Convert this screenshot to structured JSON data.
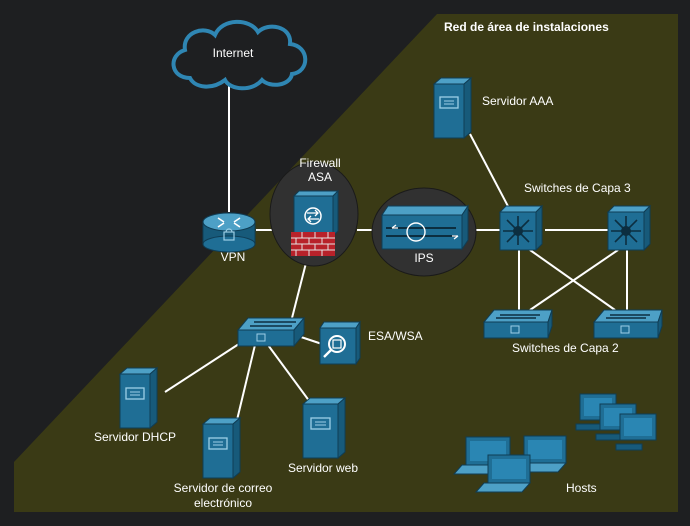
{
  "labels": {
    "zone_title": "Red de área de instalaciones",
    "internet": "Internet",
    "vpn": "VPN",
    "firewall_line1": "Firewall",
    "firewall_line2": "ASA",
    "ips": "IPS",
    "aaa": "Servidor AAA",
    "l3_switches": "Switches de Capa 3",
    "l2_switches": "Switches de Capa 2",
    "esa_wsa": "ESA/WSA",
    "dhcp": "Servidor DHCP",
    "mail_line1": "Servidor de correo",
    "mail_line2": "electrónico",
    "web": "Servidor web",
    "hosts": "Hosts"
  },
  "icons": [
    "cloud-icon",
    "router-icon",
    "firewall-icon",
    "ips-icon",
    "server-icon",
    "layer3-switch-icon",
    "layer2-switch-icon",
    "email-web-security-icon",
    "laptop-icon",
    "desktop-icon"
  ],
  "colors": {
    "background": "#1e1f21",
    "zone": "#3a3a15",
    "device": "#1f6e95",
    "device_highlight": "#4da0c6",
    "link": "#ffffff",
    "cloud_stroke": "#2f86b3"
  }
}
